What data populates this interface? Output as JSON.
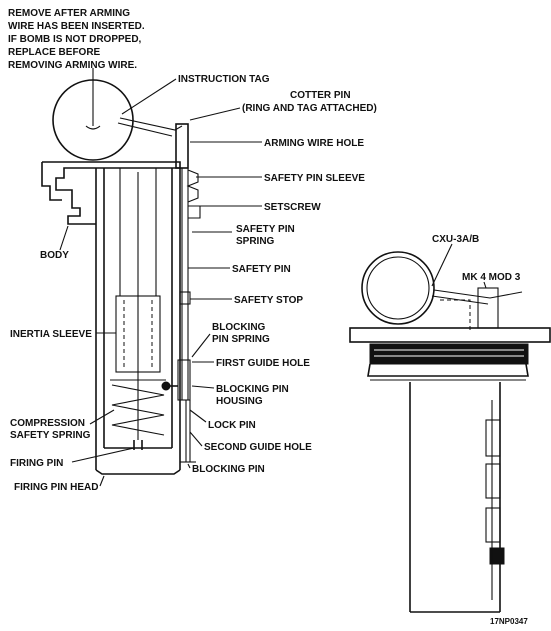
{
  "warning_note": [
    "REMOVE AFTER ARMING",
    "WIRE HAS BEEN INSERTED.",
    "IF BOMB IS NOT DROPPED,",
    "REPLACE BEFORE",
    "REMOVING ARMING WIRE."
  ],
  "labels": {
    "instruction_tag": "INSTRUCTION TAG",
    "cotter_pin_1": "COTTER PIN",
    "cotter_pin_2": "(RING AND TAG ATTACHED)",
    "arming_wire_hole": "ARMING WIRE HOLE",
    "safety_pin_sleeve": "SAFETY PIN SLEEVE",
    "setscrew": "SETSCREW",
    "safety_pin_spring_1": "SAFETY PIN",
    "safety_pin_spring_2": "SPRING",
    "safety_pin": "SAFETY PIN",
    "safety_stop": "SAFETY STOP",
    "body": "BODY",
    "inertia_sleeve": "INERTIA SLEEVE",
    "blocking_pin_spring_1": "BLOCKING",
    "blocking_pin_spring_2": "PIN SPRING",
    "first_guide_hole": "FIRST GUIDE HOLE",
    "blocking_pin_housing_1": "BLOCKING PIN",
    "blocking_pin_housing_2": "HOUSING",
    "compression_spring_1": "COMPRESSION",
    "compression_spring_2": "SAFETY SPRING",
    "lock_pin": "LOCK PIN",
    "second_guide_hole": "SECOND GUIDE HOLE",
    "firing_pin": "FIRING PIN",
    "blocking_pin": "BLOCKING PIN",
    "firing_pin_head": "FIRING PIN HEAD",
    "cxu": "CXU-3A/B",
    "mk4": "MK 4 MOD 3",
    "figure_id": "17NP0347"
  }
}
